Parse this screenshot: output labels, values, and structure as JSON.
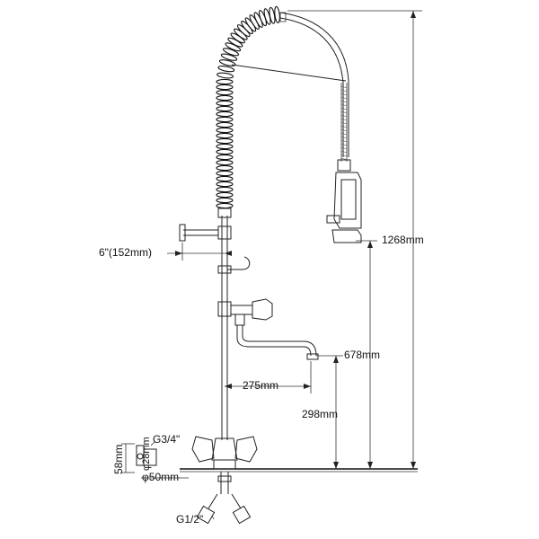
{
  "dimensions": {
    "total_height": "1268mm",
    "spout_height": "678mm",
    "faucet_height": "298mm",
    "faucet_reach": "275mm",
    "wall_bracket": "6\"(152mm)",
    "inlet_thread": "G3/4\"",
    "base_height": "58mm",
    "pipe_dia": "φ28mm",
    "base_dia": "φ50mm",
    "supply_thread": "G1/2\""
  }
}
